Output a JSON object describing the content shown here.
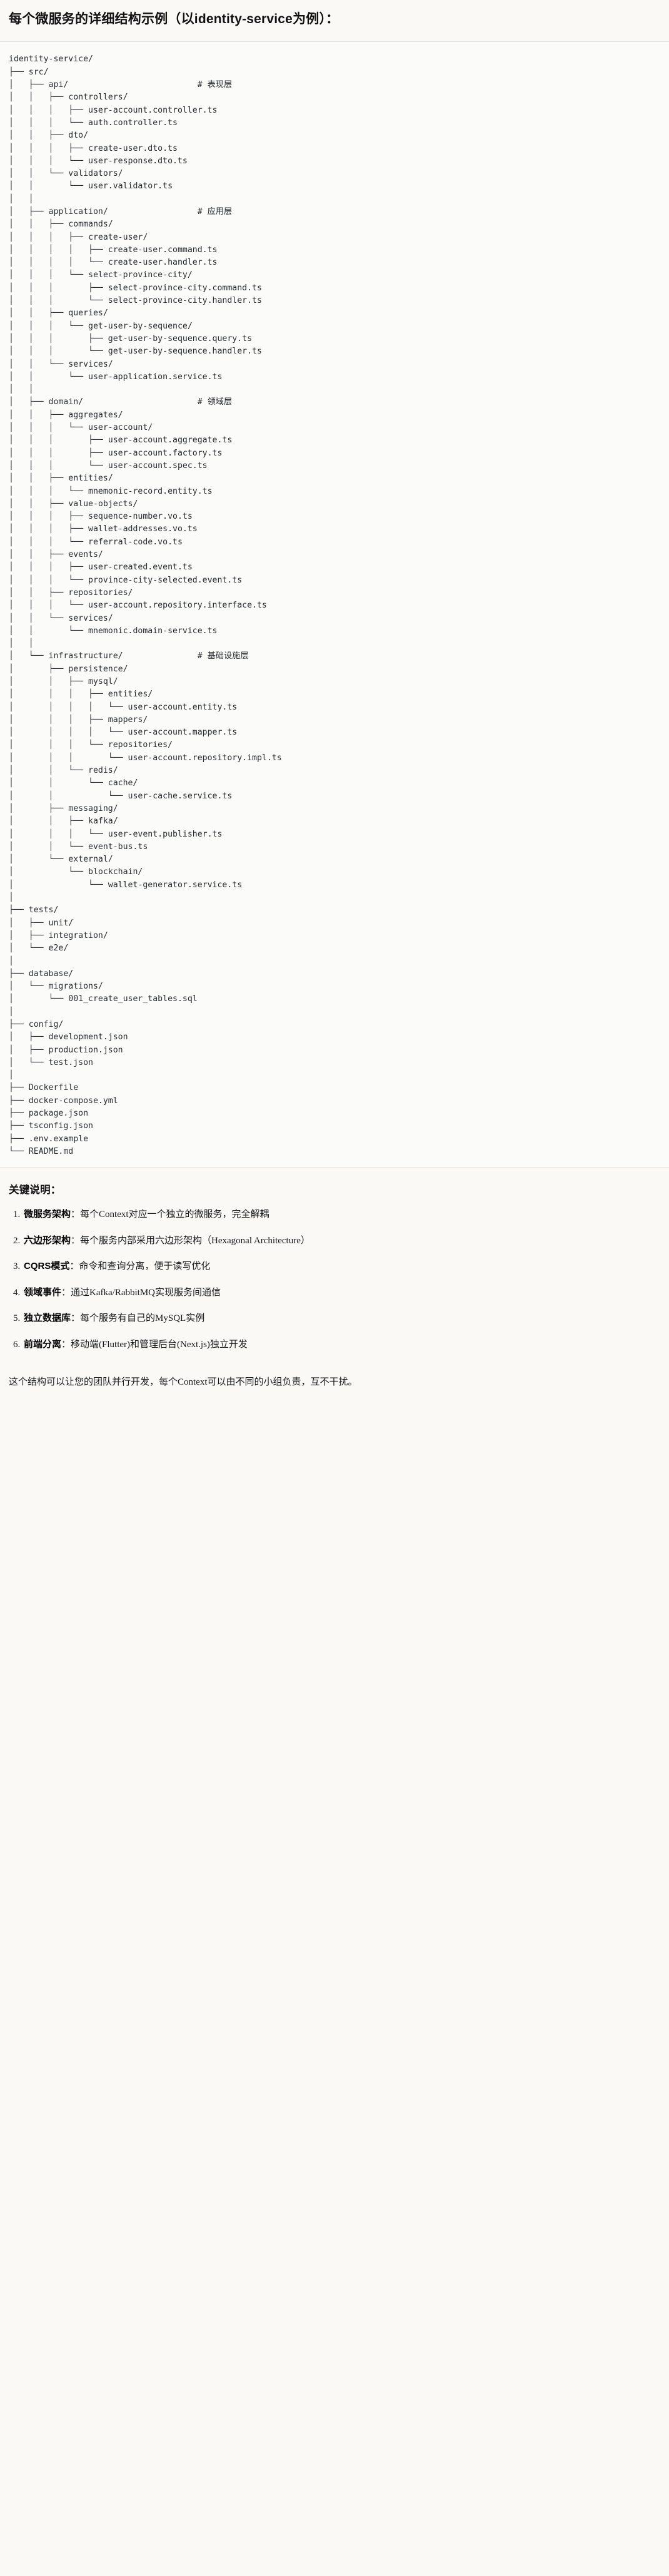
{
  "heading": "每个微服务的详细结构示例（以identity-service为例）：",
  "tree": {
    "label": "identity-service directory tree",
    "text": "identity-service/\n├── src/\n│   ├── api/                          # 表现层\n│   │   ├── controllers/\n│   │   │   ├── user-account.controller.ts\n│   │   │   └── auth.controller.ts\n│   │   ├── dto/\n│   │   │   ├── create-user.dto.ts\n│   │   │   └── user-response.dto.ts\n│   │   └── validators/\n│   │       └── user.validator.ts\n│   │\n│   ├── application/                  # 应用层\n│   │   ├── commands/\n│   │   │   ├── create-user/\n│   │   │   │   ├── create-user.command.ts\n│   │   │   │   └── create-user.handler.ts\n│   │   │   └── select-province-city/\n│   │   │       ├── select-province-city.command.ts\n│   │   │       └── select-province-city.handler.ts\n│   │   ├── queries/\n│   │   │   └── get-user-by-sequence/\n│   │   │       ├── get-user-by-sequence.query.ts\n│   │   │       └── get-user-by-sequence.handler.ts\n│   │   └── services/\n│   │       └── user-application.service.ts\n│   │\n│   ├── domain/                       # 领域层\n│   │   ├── aggregates/\n│   │   │   └── user-account/\n│   │   │       ├── user-account.aggregate.ts\n│   │   │       ├── user-account.factory.ts\n│   │   │       └── user-account.spec.ts\n│   │   ├── entities/\n│   │   │   └── mnemonic-record.entity.ts\n│   │   ├── value-objects/\n│   │   │   ├── sequence-number.vo.ts\n│   │   │   ├── wallet-addresses.vo.ts\n│   │   │   └── referral-code.vo.ts\n│   │   ├── events/\n│   │   │   ├── user-created.event.ts\n│   │   │   └── province-city-selected.event.ts\n│   │   ├── repositories/\n│   │   │   └── user-account.repository.interface.ts\n│   │   └── services/\n│   │       └── mnemonic.domain-service.ts\n│   │\n│   └── infrastructure/               # 基础设施层\n│       ├── persistence/\n│       │   ├── mysql/\n│       │   │   ├── entities/\n│       │   │   │   └── user-account.entity.ts\n│       │   │   ├── mappers/\n│       │   │   │   └── user-account.mapper.ts\n│       │   │   └── repositories/\n│       │   │       └── user-account.repository.impl.ts\n│       │   └── redis/\n│       │       └── cache/\n│       │           └── user-cache.service.ts\n│       ├── messaging/\n│       │   ├── kafka/\n│       │   │   └── user-event.publisher.ts\n│       │   └── event-bus.ts\n│       └── external/\n│           └── blockchain/\n│               └── wallet-generator.service.ts\n│\n├── tests/\n│   ├── unit/\n│   ├── integration/\n│   └── e2e/\n│\n├── database/\n│   └── migrations/\n│       └── 001_create_user_tables.sql\n│\n├── config/\n│   ├── development.json\n│   ├── production.json\n│   └── test.json\n│\n├── Dockerfile\n├── docker-compose.yml\n├── package.json\n├── tsconfig.json\n├── .env.example\n└── README.md"
  },
  "notes": {
    "title": "关键说明：",
    "items": [
      {
        "term": "微服务架构",
        "desc": "：每个Context对应一个独立的微服务，完全解耦"
      },
      {
        "term": "六边形架构",
        "desc": "：每个服务内部采用六边形架构（Hexagonal Architecture）"
      },
      {
        "term": "CQRS模式",
        "desc": "：命令和查询分离，便于读写优化"
      },
      {
        "term": "领域事件",
        "desc": "：通过Kafka/RabbitMQ实现服务间通信"
      },
      {
        "term": "独立数据库",
        "desc": "：每个服务有自己的MySQL实例"
      },
      {
        "term": "前端分离",
        "desc": "：移动端(Flutter)和管理后台(Next.js)独立开发"
      }
    ],
    "closing": "这个结构可以让您的团队并行开发，每个Context可以由不同的小组负责，互不干扰。"
  }
}
